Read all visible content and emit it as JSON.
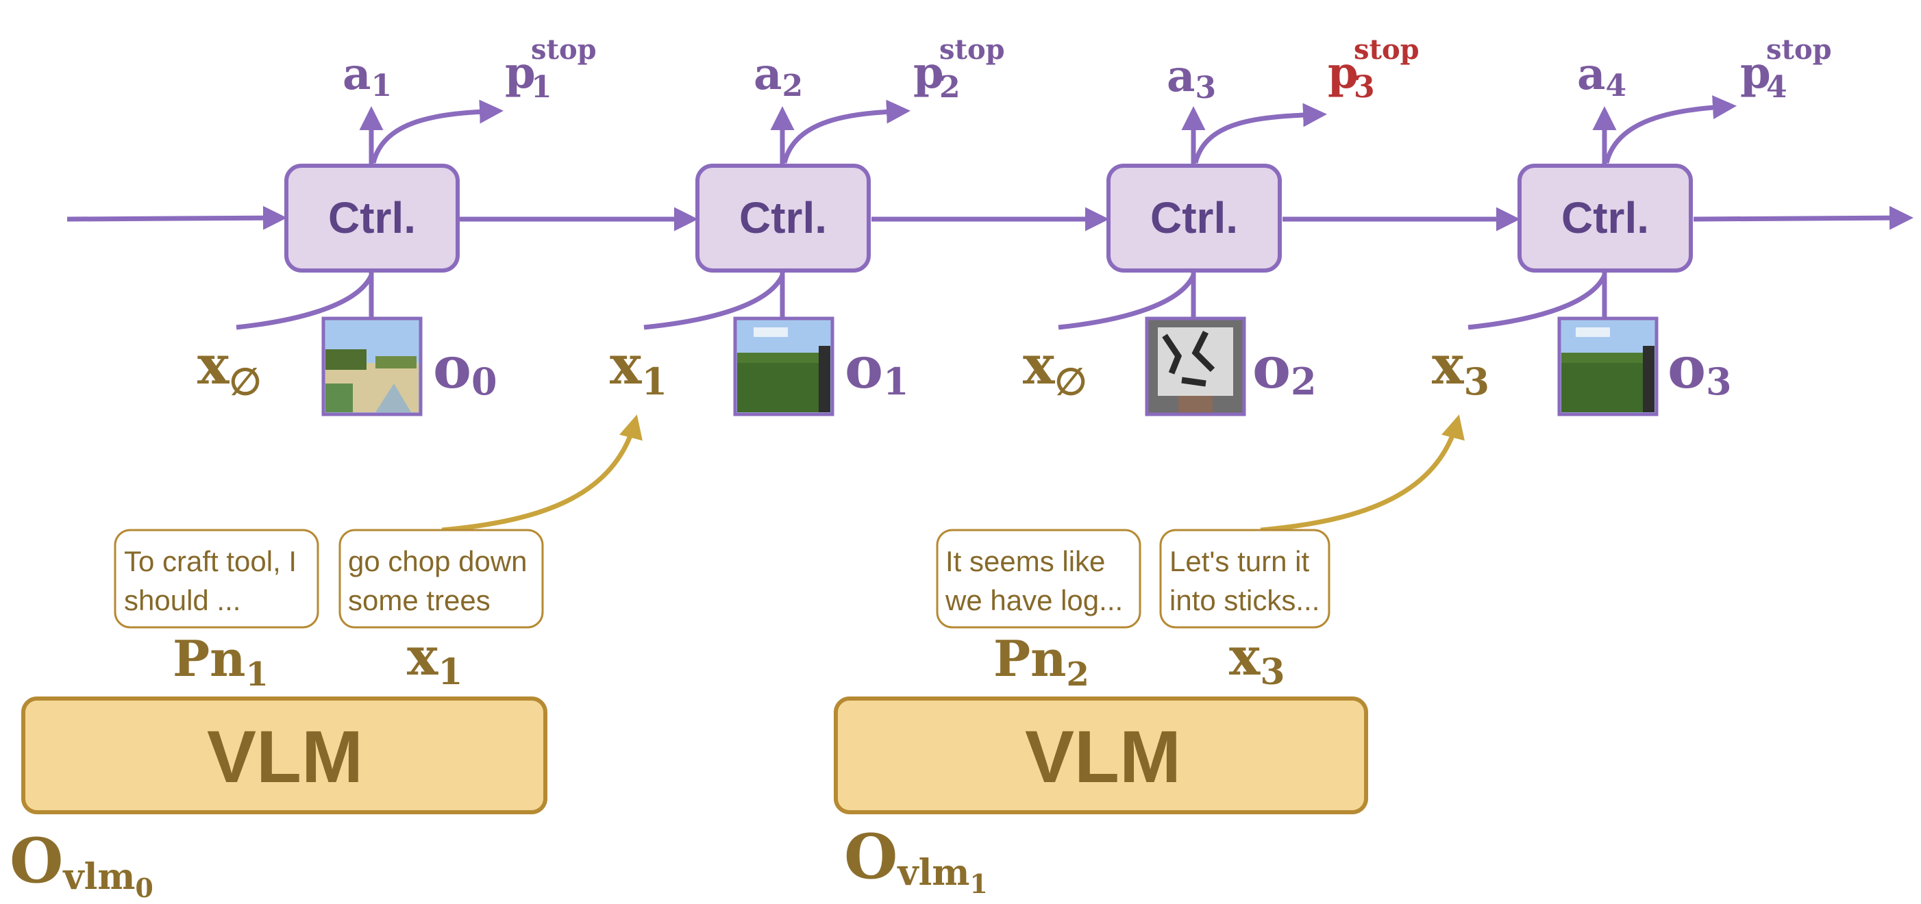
{
  "colors": {
    "purple": "#8a6bbd",
    "purple_text": "#7a5a9e",
    "ctrl_fill": "#e2d4e9",
    "ctrl_border": "#8a6bbd",
    "gold": "#c9a43c",
    "gold_text": "#8c6e2c",
    "vlm_fill": "#f5d897",
    "vlm_border": "#b68a33",
    "stop_highlight": "#b83232"
  },
  "controller_label": "Ctrl.",
  "vlm_label": "VLM",
  "steps": [
    {
      "action": "a",
      "action_sub": "1",
      "stop": "p",
      "stop_sub": "1",
      "stop_sup": "stop",
      "stop_highlight": false,
      "input": "x",
      "input_sub": "∅",
      "obs": "o",
      "obs_sub": "0",
      "thumb_icon": "beach-scene-icon"
    },
    {
      "action": "a",
      "action_sub": "2",
      "stop": "p",
      "stop_sub": "2",
      "stop_sup": "stop",
      "stop_highlight": false,
      "input": "x",
      "input_sub": "1",
      "obs": "o",
      "obs_sub": "1",
      "thumb_icon": "grass-field-icon"
    },
    {
      "action": "a",
      "action_sub": "3",
      "stop": "p",
      "stop_sub": "3",
      "stop_sup": "stop",
      "stop_highlight": true,
      "input": "x",
      "input_sub": "∅",
      "obs": "o",
      "obs_sub": "2",
      "thumb_icon": "log-block-icon"
    },
    {
      "action": "a",
      "action_sub": "4",
      "stop": "p",
      "stop_sub": "4",
      "stop_sup": "stop",
      "stop_highlight": false,
      "input": "x",
      "input_sub": "3",
      "obs": "o",
      "obs_sub": "3",
      "thumb_icon": "grass-field-icon"
    }
  ],
  "vlm_blocks": [
    {
      "plan_bubble": [
        "To craft tool, I",
        "should ..."
      ],
      "instr_bubble": [
        "go chop down",
        "some trees"
      ],
      "plan_label": "Pn",
      "plan_sub": "1",
      "instr_label": "x",
      "instr_sub": "1",
      "obs_label": "O",
      "obs_sub": "vlm",
      "obs_subsub": "0"
    },
    {
      "plan_bubble": [
        "It seems like",
        "we have log..."
      ],
      "instr_bubble": [
        "Let's turn it",
        "into sticks..."
      ],
      "plan_label": "Pn",
      "plan_sub": "2",
      "instr_label": "x",
      "instr_sub": "3",
      "obs_label": "O",
      "obs_sub": "vlm",
      "obs_subsub": "1"
    }
  ]
}
